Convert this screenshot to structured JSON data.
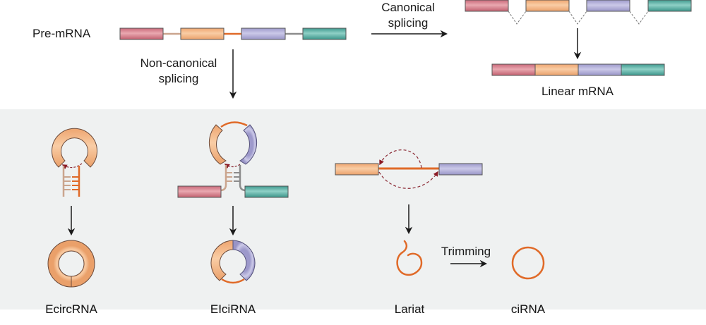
{
  "colors": {
    "exon1": "#d27a86",
    "exon2": "#f2b07e",
    "exon3": "#a9a6d2",
    "exon4": "#4ea69c",
    "intron_light": "#caa58e",
    "intron_retained": "#e06a28",
    "intron_grey": "#8c8c8c",
    "panel_bg": "#eff1f1",
    "dashed_arc": "#8b2a35",
    "arrow": "#1a1a1a"
  },
  "labels": {
    "pre_mrna": "Pre-mRNA",
    "canonical_line1": "Canonical",
    "canonical_line2": "splicing",
    "noncanonical_line1": "Non-canonical",
    "noncanonical_line2": "splicing",
    "linear_mrna": "Linear mRNA",
    "ecircrna": "EcircRNA",
    "elcirna": "EIciRNA",
    "lariat": "Lariat",
    "trimming": "Trimming",
    "cirna": "ciRNA"
  }
}
